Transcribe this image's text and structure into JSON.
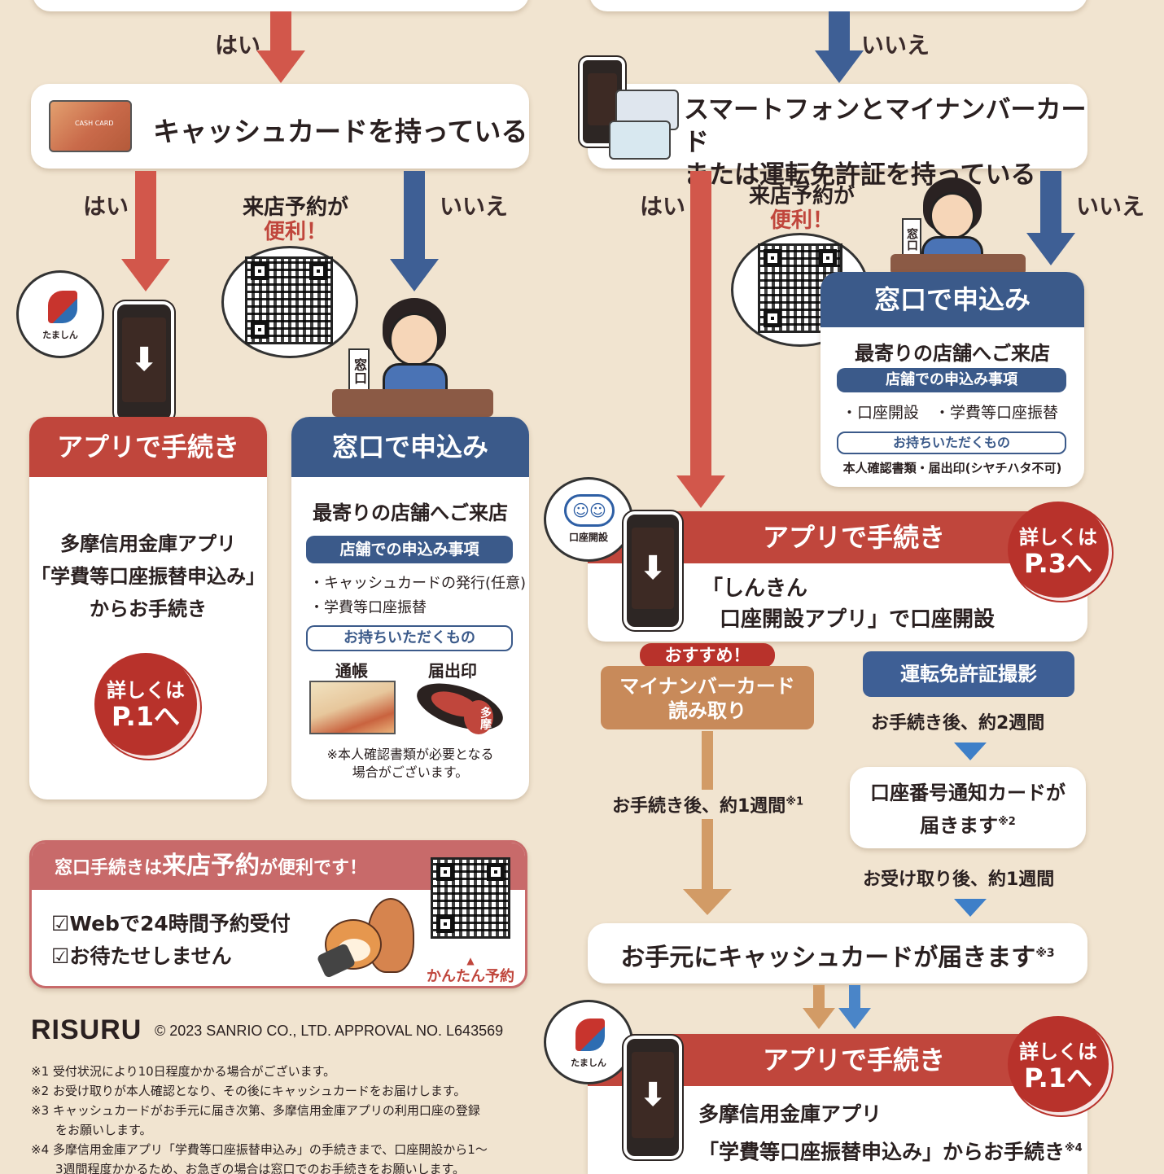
{
  "branches": {
    "yes": "はい",
    "no": "いいえ"
  },
  "left": {
    "cash_card_label": "CASH CARD",
    "has_cash_card": "キャッシュカードを持っている",
    "reserve_bubble": {
      "line1": "来店予約が",
      "line2": "便利！"
    },
    "app_card": {
      "header": "アプリで手続き",
      "logo_text": "たましん",
      "line1": "多摩信用金庫アプリ",
      "line2": "「学費等口座振替申込み」",
      "line3": "からお手続き",
      "badge_line1": "詳しくは",
      "badge_line2": "P.1へ"
    },
    "counter_card": {
      "header": "窓口で申込み",
      "sign": "窓口",
      "visit": "最寄りの店舗へご来店",
      "items_title": "店舗での申込み事項",
      "item1": "・キャッシュカードの発行(任意)",
      "item2": "・学費等口座振替",
      "bring_title": "お持ちいただくもの",
      "passbook": "通帳",
      "seal": "届出印",
      "seal_mark": "多摩",
      "note_line1": "※本人確認書類が必要となる",
      "note_line2": "場合がございます。"
    },
    "reservation_box": {
      "title_prefix": "窓口手続きは",
      "title_emphasis": "来店予約",
      "title_suffix": "が便利です！",
      "check1": "Webで24時間予約受付",
      "check2": "お待たせしません",
      "qr_caption": "かんたん予約"
    },
    "risuru": {
      "logo": "RISURU",
      "copyright": "© 2023 SANRIO CO., LTD. APPROVAL NO. L643569"
    },
    "footnotes": [
      "※1 受付状況により10日程度かかる場合がございます。",
      "※2 お受け取りが本人確認となり、その後にキャッシュカードをお届けします。",
      "※3 キャッシュカードがお手元に届き次第、多摩信用金庫アプリの利用口座の登録",
      "　　をお願いします。",
      "※4 多摩信用金庫アプリ「学費等口座振替申込み」の手続きまで、口座開設から1〜",
      "　　3週間程度かかるため、お急ぎの場合は窓口でのお手続きをお願いします。"
    ]
  },
  "right": {
    "has_phone_line1": "スマートフォンとマイナンバーカード",
    "has_phone_line2": "または運転免許証を持っている",
    "reserve_bubble": {
      "line1": "来店予約が",
      "line2": "便利！"
    },
    "counter_card": {
      "header": "窓口で申込み",
      "sign": "窓口",
      "visit": "最寄りの店舗へご来店",
      "items_title": "店舗での申込み事項",
      "item1": "・口座開設",
      "item2": "・学費等口座振替",
      "bring_title": "お持ちいただくもの",
      "bring_text": "本人確認書類・届出印(シヤチハタ不可)"
    },
    "open_app_card": {
      "header": "アプリで手続き",
      "logo_text": "口座開設",
      "line1": "「しんきん",
      "line2": "口座開設アプリ」で口座開設",
      "badge_line1": "詳しくは",
      "badge_line2": "P.3へ"
    },
    "recommend": "おすすめ！",
    "mynumber_line1": "マイナンバーカード",
    "mynumber_line2": "読み取り",
    "license": "運転免許証撮影",
    "after_2weeks": "お手続き後、約2週間",
    "notice_line1": "口座番号通知カードが",
    "notice_line2": "届きます",
    "notice_note": "※2",
    "after_1week_receive": "お受け取り後、約1週間",
    "after_1week": "お手続き後、約1週間",
    "after_1week_note": "※1",
    "cash_card_arrives": "お手元にキャッシュカードが届きます",
    "cash_card_note": "※3",
    "final_app_card": {
      "header": "アプリで手続き",
      "logo_text": "たましん",
      "line1": "多摩信用金庫アプリ",
      "line2": "「学費等口座振替申込み」からお手続き",
      "note": "※4",
      "badge_line1": "詳しくは",
      "badge_line2": "P.1へ"
    }
  }
}
